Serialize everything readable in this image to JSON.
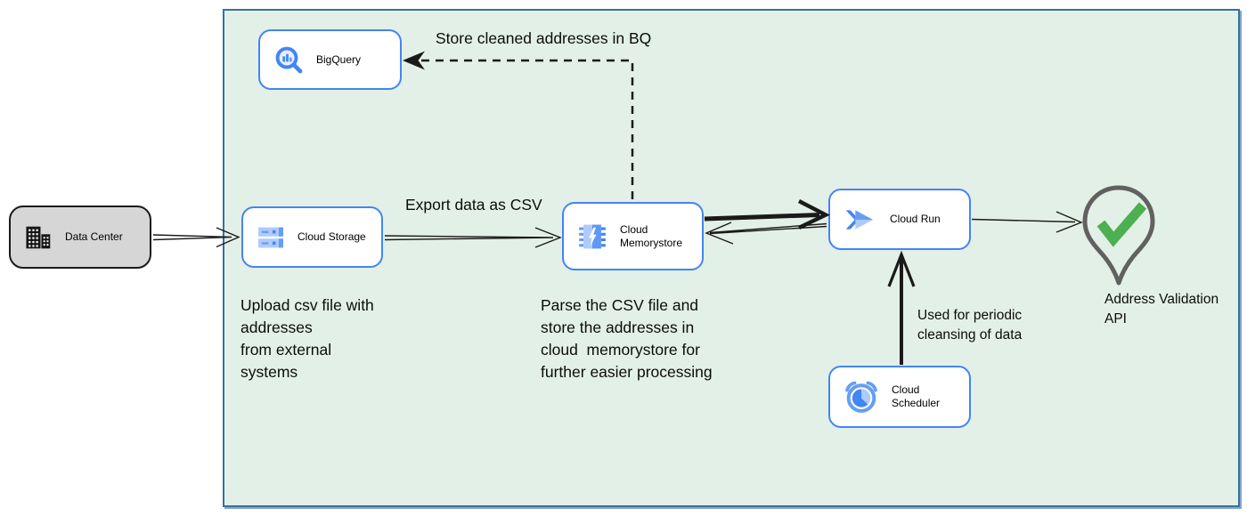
{
  "nodes": {
    "data_center": {
      "label": "Data Center"
    },
    "bigquery": {
      "label": "BigQuery"
    },
    "cloud_storage": {
      "label": "Cloud Storage"
    },
    "cloud_memorystore": {
      "label": "Cloud\nMemorystore"
    },
    "cloud_run": {
      "label": "Cloud Run"
    },
    "cloud_scheduler": {
      "label": "Cloud Scheduler"
    },
    "address_validation_api": {
      "label": "Address Validation\nAPI"
    }
  },
  "edge_labels": {
    "store_cleaned": "Store cleaned addresses in BQ",
    "export_csv": "Export data as CSV",
    "periodic_cleansing": "Used for periodic\ncleansing of data"
  },
  "annotations": {
    "upload_note": "Upload csv file with\naddresses\nfrom external\nsystems",
    "parse_note": "Parse the CSV file and\nstore the addresses in\ncloud  memorystore for\nfurther easier processing"
  },
  "icons": {
    "data_center": "building-icon",
    "bigquery": "magnifier-bar-chart-icon",
    "cloud_storage": "storage-buckets-icon",
    "cloud_memorystore": "memory-chip-bolt-icon",
    "cloud_run": "double-chevron-play-icon",
    "cloud_scheduler": "alarm-clock-icon",
    "address_validation_api": "map-pin-check-icon"
  },
  "colors": {
    "node_border": "#4285f4",
    "container_fill": "#e3f0e7",
    "container_border": "#36719f",
    "datacenter_fill": "#d6d6d6",
    "edge": "#1a1a1a",
    "pin_outline": "#616161",
    "check_green": "#4caf50",
    "icon_light": "#aecbfa",
    "icon_mid": "#669df6"
  }
}
